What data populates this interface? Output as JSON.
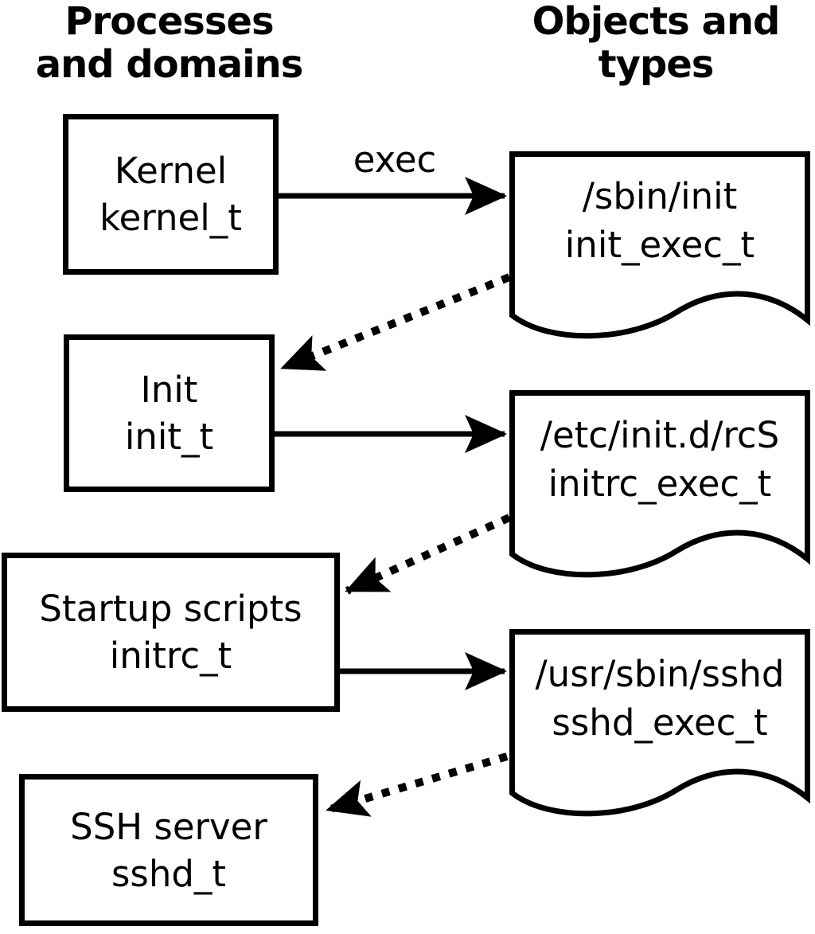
{
  "headers": {
    "left_line1": "Processes",
    "left_line2": "and domains",
    "right_line1": "Objects and",
    "right_line2": "types"
  },
  "labels": {
    "exec": "exec"
  },
  "processes": [
    {
      "name": "Kernel",
      "type": "kernel_t"
    },
    {
      "name": "Init",
      "type": "init_t"
    },
    {
      "name": "Startup scripts",
      "type": "initrc_t"
    },
    {
      "name": "SSH server",
      "type": "sshd_t"
    }
  ],
  "objects": [
    {
      "path": "/sbin/init",
      "type": "init_exec_t"
    },
    {
      "path": "/etc/init.d/rcS",
      "type": "initrc_exec_t"
    },
    {
      "path": "/usr/sbin/sshd",
      "type": "sshd_exec_t"
    }
  ],
  "colors": {
    "line": "#000000",
    "background": "#ffffff"
  }
}
